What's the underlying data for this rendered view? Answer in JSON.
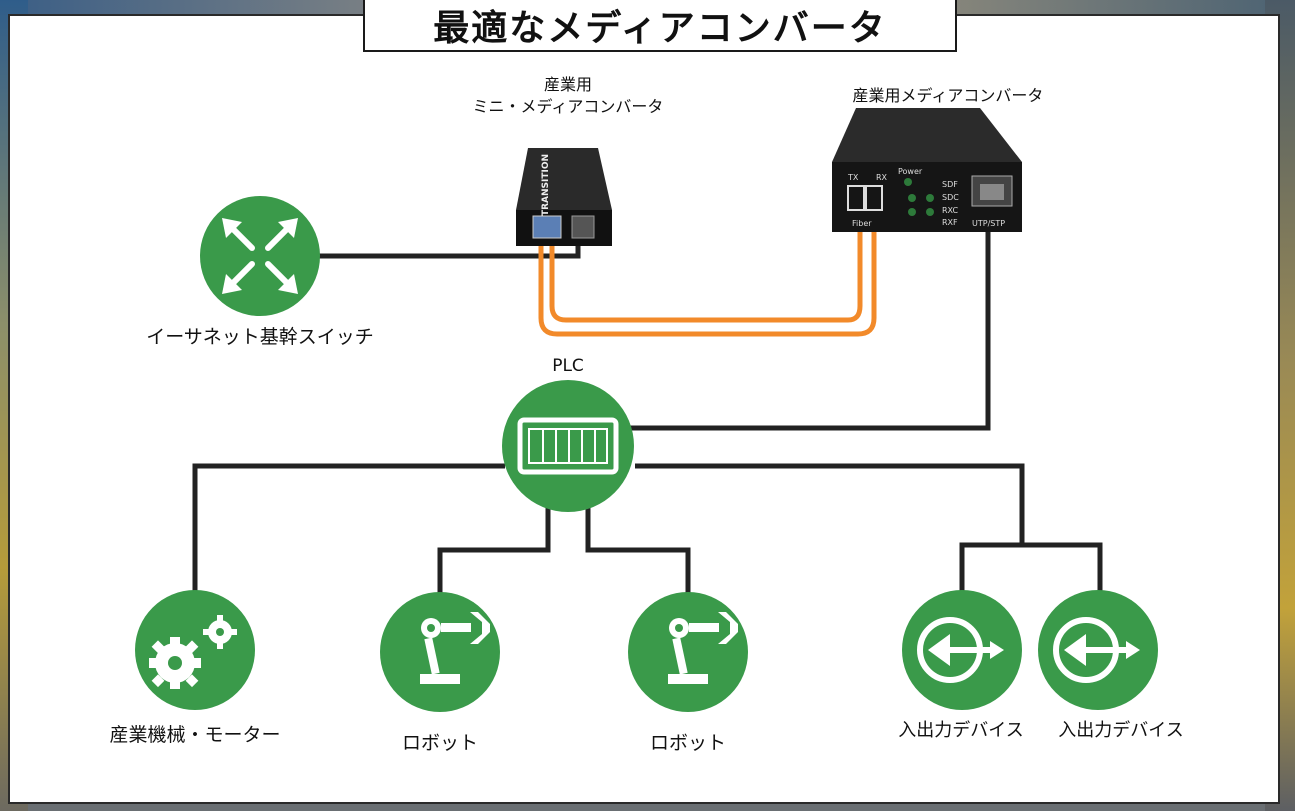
{
  "title": "最適なメディアコンバータ",
  "nodes": {
    "mini_converter": {
      "label_line1": "産業用",
      "label_line2": "ミニ・メディアコンバータ",
      "brand": "TRANSITION"
    },
    "industrial_converter": {
      "label": "産業用メディアコンバータ",
      "port_tx": "TX",
      "port_rx": "RX",
      "port_fiber": "Fiber",
      "led_power": "Power",
      "led_sdf": "SDF",
      "led_sdc": "SDC",
      "led_rxc": "RXC",
      "led_rxf": "RXF",
      "port_utp": "UTP/STP"
    },
    "ethernet_switch": {
      "label": "イーサネット基幹スイッチ",
      "icon": "switch-arrows-icon"
    },
    "plc": {
      "label": "PLC",
      "icon": "plc-module-icon"
    },
    "machinery": {
      "label": "産業機械・モーター",
      "icon": "gears-icon"
    },
    "robot_1": {
      "label": "ロボット",
      "icon": "robot-arm-icon"
    },
    "robot_2": {
      "label": "ロボット",
      "icon": "robot-arm-icon"
    },
    "io_device_1": {
      "label": "入出力デバイス",
      "icon": "io-arrow-icon"
    },
    "io_device_2": {
      "label": "入出力デバイス",
      "icon": "io-arrow-icon"
    }
  },
  "colors": {
    "node_green": "#3a9a4a",
    "fiber_orange": "#f28a2a",
    "cable_black": "#222222",
    "device_black": "#1b1b1b"
  }
}
